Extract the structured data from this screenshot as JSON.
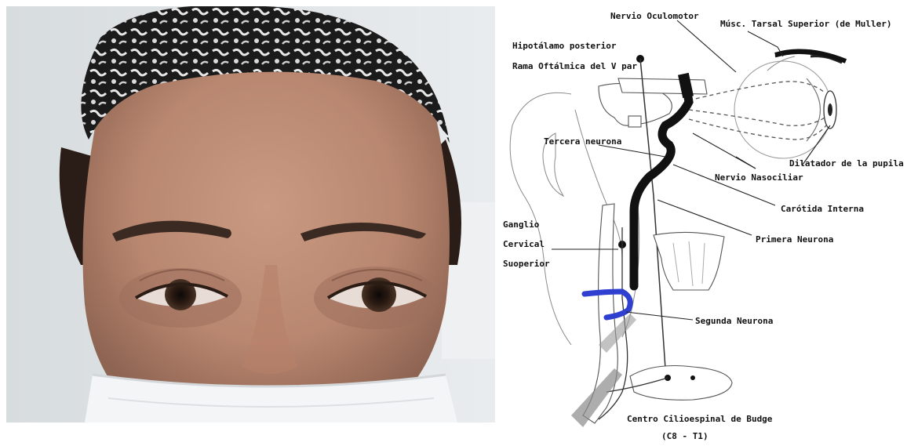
{
  "photo": {
    "description_name": "patient-face-photo"
  },
  "diagram": {
    "labels": {
      "nervio_oculomotor": "Nervio Oculomotor",
      "musc_tarsal": "Músc. Tarsal Superior (de Muller)",
      "hipotalamo": "Hipotálamo posterior",
      "rama_oftalmica": "Rama Oftálmica del V par",
      "tercera_neurona": "Tercera neurona",
      "dilatador": "Dilatador de la pupila",
      "nervio_nasociliar": "Nervio Nasociliar",
      "carotida": "Carótida Interna",
      "ganglio_1": "Ganglio",
      "ganglio_2": "Cervical",
      "ganglio_3": "Suoperior",
      "primera_neurona": "Primera Neurona",
      "segunda_neurona": "Segunda Neurona",
      "centro_1": "Centro Cilioespinal de Budge",
      "centro_2": "(C8 - T1)"
    },
    "colors": {
      "marker_blue": "#2f3fd0",
      "neuron_black": "#111111"
    }
  }
}
